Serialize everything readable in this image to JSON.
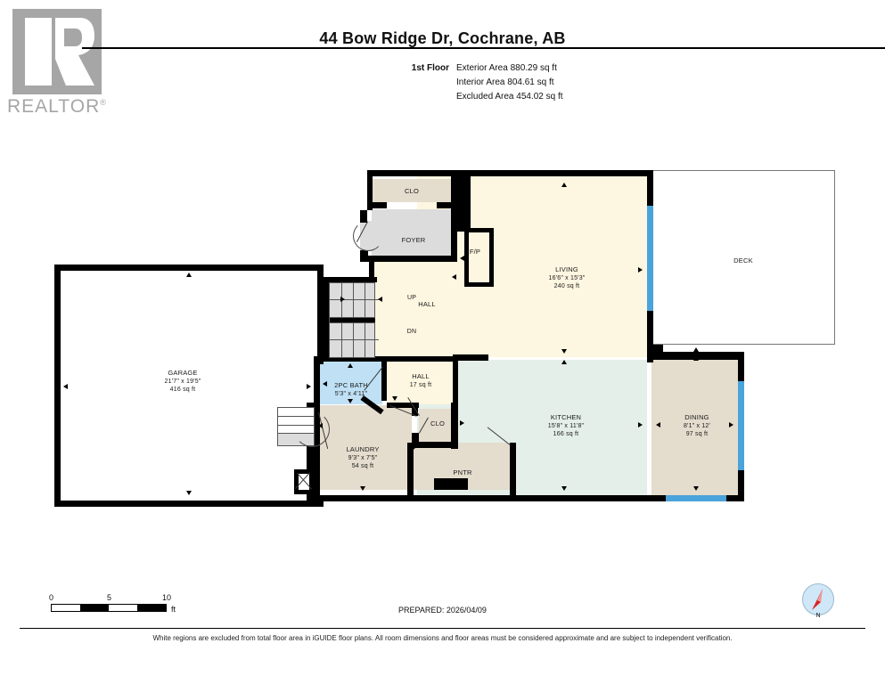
{
  "brand": {
    "logo_text": "REALTOR",
    "registered_mark": "®",
    "logo_letter": "R"
  },
  "header": {
    "title": "44 Bow Ridge Dr, Cochrane, AB",
    "floor_label": "1st Floor",
    "area_lines": [
      "Exterior Area 880.29 sq ft",
      "Interior Area 804.61 sq ft",
      "Excluded Area 454.02 sq ft"
    ]
  },
  "rooms": [
    {
      "id": "garage",
      "name": "GARAGE",
      "dims": "21'7\" x 19'5\"",
      "area": "416 sq ft"
    },
    {
      "id": "living",
      "name": "LIVING",
      "dims": "16'6\" x 15'3\"",
      "area": "240 sq ft"
    },
    {
      "id": "kitchen",
      "name": "KITCHEN",
      "dims": "15'8\" x 11'8\"",
      "area": "166 sq ft"
    },
    {
      "id": "dining",
      "name": "DINING",
      "dims": "8'1\" x 12'",
      "area": "97 sq ft"
    },
    {
      "id": "laundry",
      "name": "LAUNDRY",
      "dims": "9'3\" x 7'5\"",
      "area": "54 sq ft"
    },
    {
      "id": "bath",
      "name": "2PC BATH",
      "dims": "5'3\" x 4'11\"",
      "area": ""
    },
    {
      "id": "hall2",
      "name": "HALL",
      "dims": "",
      "area": "17 sq ft"
    },
    {
      "id": "foyer",
      "name": "FOYER",
      "dims": "",
      "area": ""
    },
    {
      "id": "hall1",
      "name": "HALL",
      "dims": "",
      "area": ""
    },
    {
      "id": "deck",
      "name": "DECK",
      "dims": "",
      "area": ""
    },
    {
      "id": "clo1",
      "name": "CLO",
      "dims": "",
      "area": ""
    },
    {
      "id": "clo2",
      "name": "CLO",
      "dims": "",
      "area": ""
    },
    {
      "id": "pntr",
      "name": "PNTR",
      "dims": "",
      "area": ""
    },
    {
      "id": "fp",
      "name": "F/P",
      "dims": "",
      "area": ""
    }
  ],
  "stairs": {
    "up_label": "UP",
    "down_label": "DN"
  },
  "scale": {
    "ticks": [
      "0",
      "5",
      "10"
    ],
    "unit": "ft"
  },
  "footer": {
    "prepared": "PREPARED: 2026/04/09",
    "disclaimer": "White regions are excluded from total floor area in iGUIDE floor plans. All room dimensions and floor areas must be considered approximate and are subject to independent verification."
  },
  "compass": {
    "label": "N"
  },
  "colors": {
    "living": "#fdf6e0",
    "kitchen": "#e4efe9",
    "tan": "#e4dccd",
    "grey": "#dcdcdc",
    "bath": "#bfe0f5",
    "window": "#4ba3db",
    "wall": "#000000",
    "logo_grey": "#a6a6a6"
  }
}
